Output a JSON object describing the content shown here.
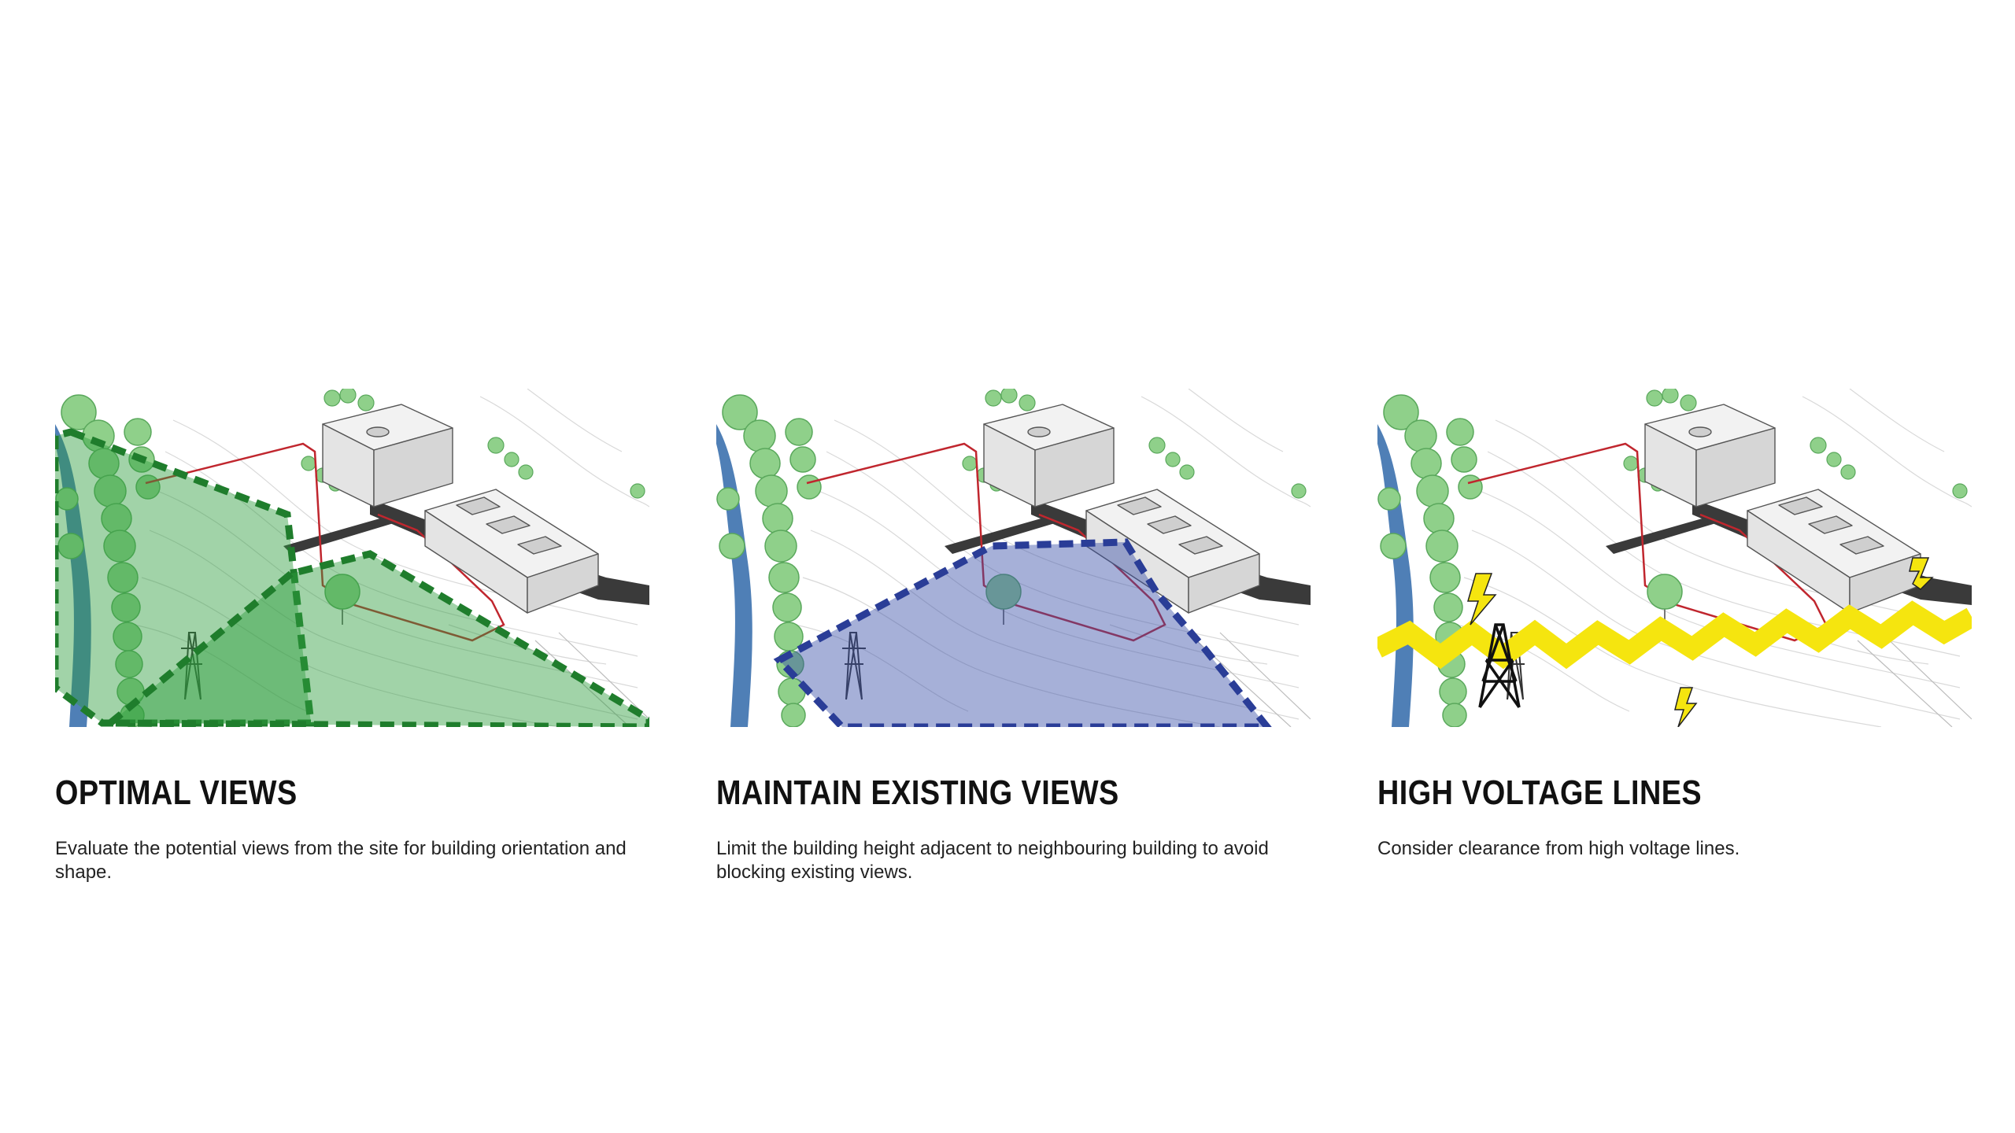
{
  "panels": [
    {
      "title": "OPTIMAL VIEWS",
      "description": "Evaluate the potential views from the site for building orientation and shape.",
      "overlay_color": "#2e9e3e"
    },
    {
      "title": "MAINTAIN EXISTING VIEWS",
      "description": "Limit the building height adjacent to neighbouring building to avoid blocking existing views.",
      "overlay_color": "#3a4fa8"
    },
    {
      "title": "HIGH VOLTAGE LINES",
      "description": "Consider clearance from high voltage lines.",
      "overlay_color": "#f5e50f"
    }
  ]
}
